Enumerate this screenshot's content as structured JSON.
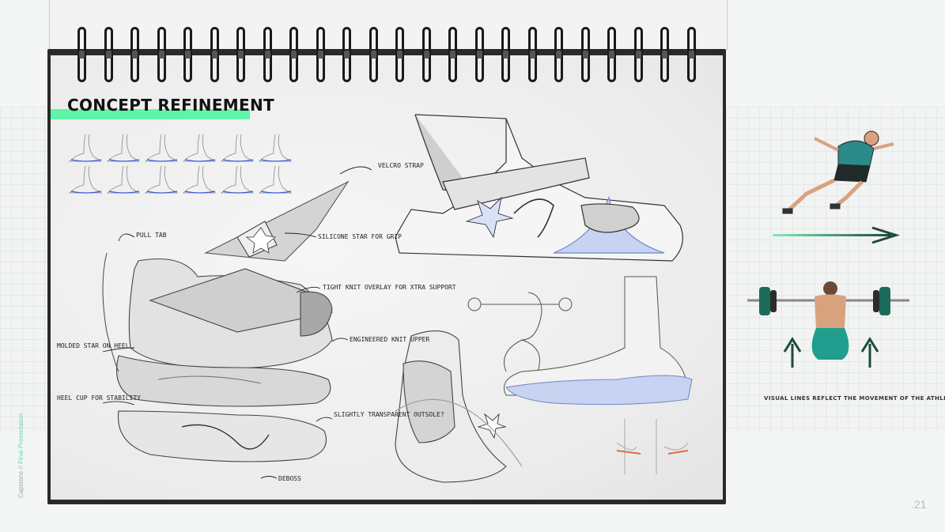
{
  "page": {
    "title": "CONCEPT REFINEMENT",
    "number": ".21",
    "side_label": {
      "project": "Capstone",
      "separator": " // ",
      "section": "Final Presentation"
    },
    "accent_color": "#5ef5a8"
  },
  "annotations": [
    {
      "id": "velcro",
      "text": "VELCRO STRAP"
    },
    {
      "id": "pull-tab",
      "text": "PULL TAB"
    },
    {
      "id": "silicone",
      "text": "SILICONE STAR FOR GRIP"
    },
    {
      "id": "knit",
      "text": "TIGHT KNIT OVERLAY FOR XTRA SUPPORT"
    },
    {
      "id": "molded",
      "text": "MOLDED STAR ON HEEL"
    },
    {
      "id": "engineered",
      "text": "ENGINEERED KNIT UPPER"
    },
    {
      "id": "heel-cup",
      "text": "HEEL CUP FOR STABILITY"
    },
    {
      "id": "outsole",
      "text": "SLIGHTLY TRANSPARENT OUTSOLE?"
    },
    {
      "id": "deboss",
      "text": "DEBOSS"
    }
  ],
  "right_panel": {
    "caption": "VISUAL LINES REFLECT THE MOVEMENT OF THE ATHLETE",
    "images": [
      {
        "id": "sprinter",
        "desc": "runner-photo"
      },
      {
        "id": "lifter",
        "desc": "weightlifter-photo"
      }
    ],
    "arrow_colors": {
      "start": "#7ef0b8",
      "end": "#1f4a3a"
    }
  }
}
